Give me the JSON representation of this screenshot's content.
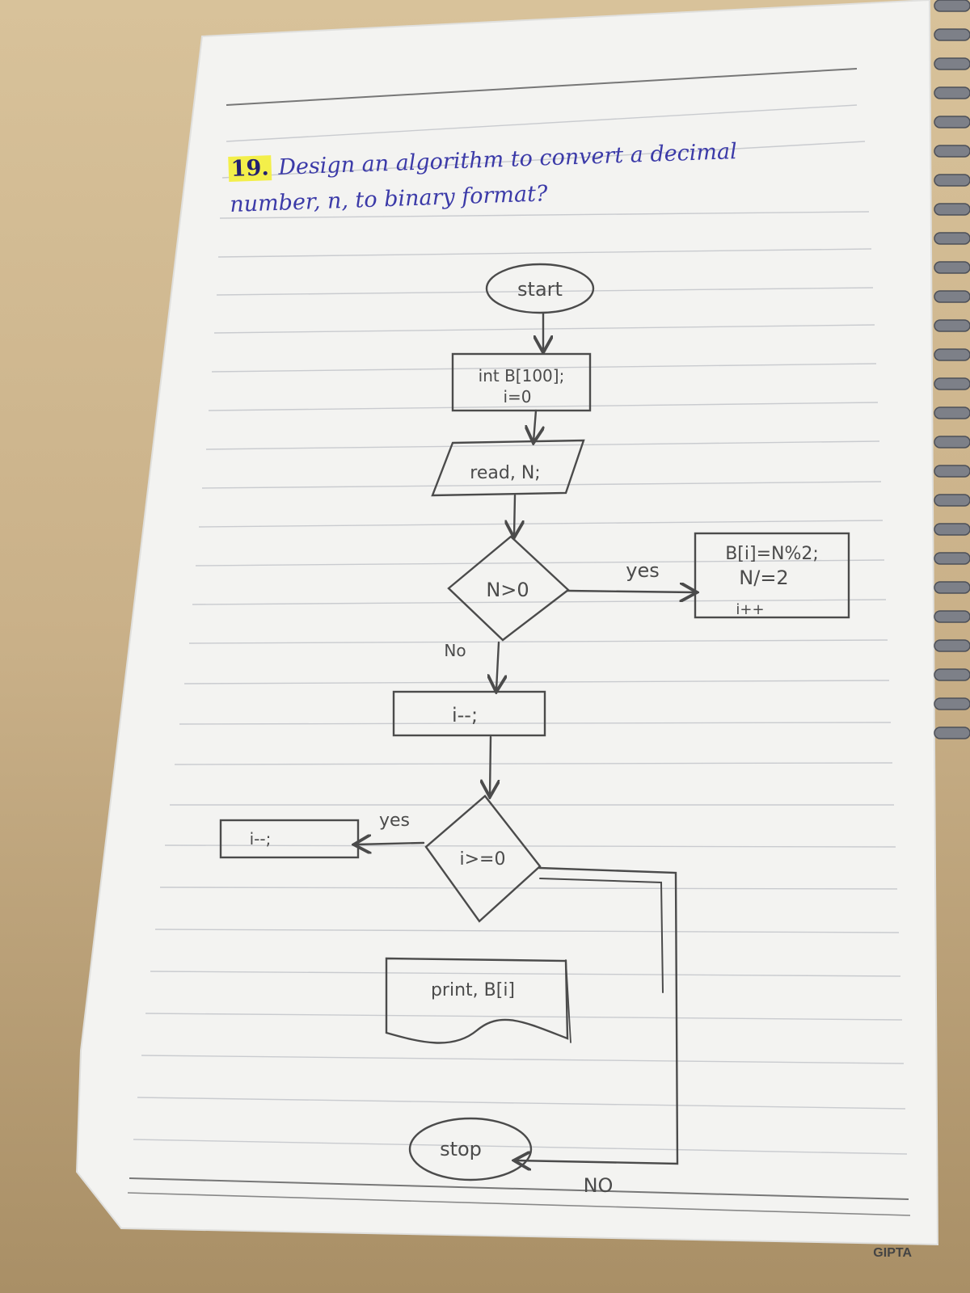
{
  "question": {
    "number": "19.",
    "line1": "Design an algorithm to convert a decimal",
    "line2": "number, n, to binary format?"
  },
  "flowchart": {
    "start": "start",
    "init_line1": "int B[100];",
    "init_line2": "i=0",
    "input": "read, N;",
    "decision1": "N>0",
    "decision1_yes": "yes",
    "decision1_no": "No",
    "loop_body_line1": "B[i]=N%2;",
    "loop_body_line2": "N/=2",
    "loop_body_line3": "i++",
    "decrement1": "i--;",
    "decision2": "i>=0",
    "decision2_yes": "yes",
    "decision2_no": "NO",
    "decrement2": "i--;",
    "output": "print, B[i]",
    "stop": "stop"
  },
  "brand": "GIPTA",
  "colors": {
    "ink_pencil": "#4b4b4b",
    "ink_pen": "#3b3aa8",
    "highlight": "#f3ef4a",
    "paper": "#f4f4f2",
    "desk": "#cdb48c"
  }
}
